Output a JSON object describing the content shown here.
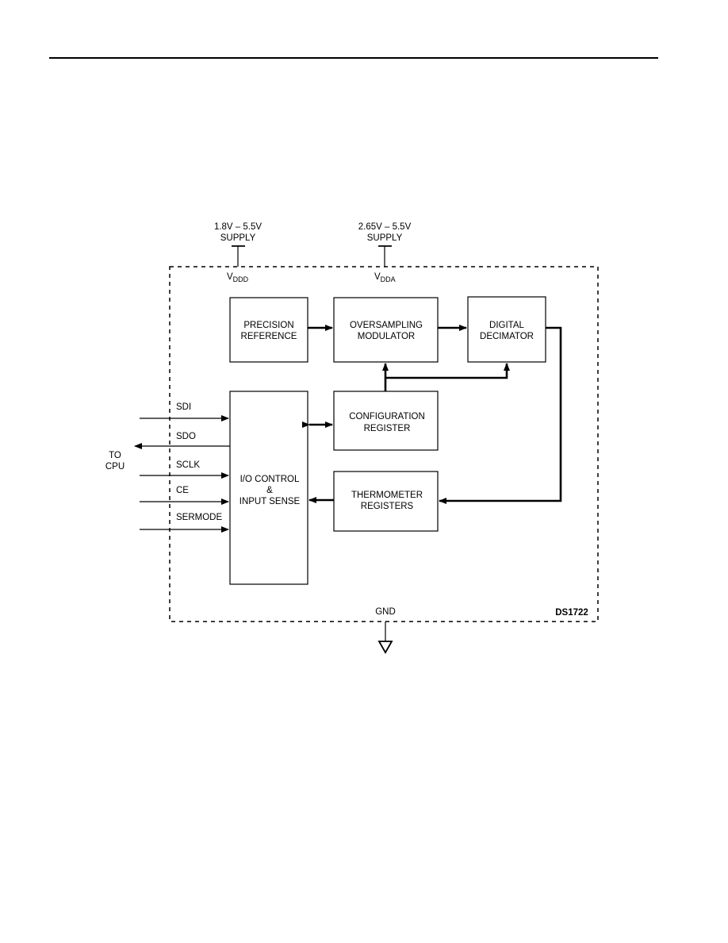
{
  "supplies": {
    "digital": {
      "range": "1.8V – 5.5V",
      "label": "SUPPLY",
      "pin": "V",
      "pin_sub": "DDD"
    },
    "analog": {
      "range": "2.65V – 5.5V",
      "label": "SUPPLY",
      "pin": "V",
      "pin_sub": "DDA"
    }
  },
  "blocks": {
    "precision_reference": [
      "PRECISION",
      "REFERENCE"
    ],
    "oversampling_modulator": [
      "OVERSAMPLING",
      "MODULATOR"
    ],
    "digital_decimator": [
      "DIGITAL",
      "DECIMATOR"
    ],
    "configuration_register": [
      "CONFIGURATION",
      "REGISTER"
    ],
    "thermometer_registers": [
      "THERMOMETER",
      "REGISTERS"
    ],
    "io_control": [
      "I/O CONTROL",
      "&",
      "INPUT SENSE"
    ]
  },
  "signals": {
    "sdi": "SDI",
    "sdo": "SDO",
    "sclk": "SCLK",
    "ce": "CE",
    "sermode": "SERMODE"
  },
  "to_cpu": [
    "TO",
    "CPU"
  ],
  "ground": "GND",
  "part_number": "DS1722"
}
